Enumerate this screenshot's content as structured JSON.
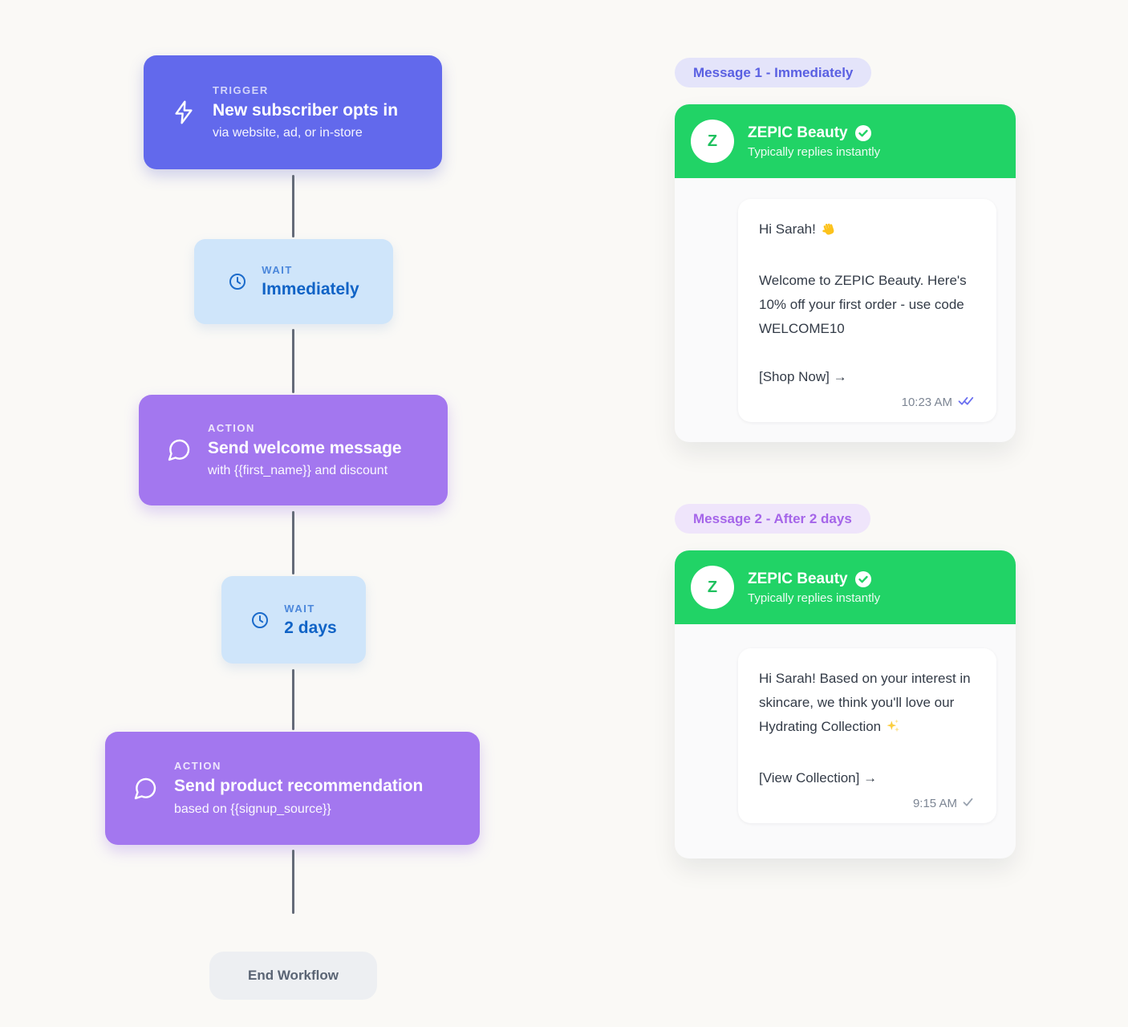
{
  "workflow": {
    "nodes": [
      {
        "kind": "trigger",
        "label": "TRIGGER",
        "title": "New subscriber opts in",
        "subtitle": "via website, ad, or in-store",
        "icon": "lightning-icon"
      },
      {
        "kind": "wait",
        "label": "WAIT",
        "title": "Immediately",
        "icon": "clock-icon"
      },
      {
        "kind": "action",
        "label": "ACTION",
        "title": "Send welcome message",
        "subtitle": "with {{first_name}} and discount",
        "icon": "chat-bubble-icon"
      },
      {
        "kind": "wait",
        "label": "WAIT",
        "title": "2 days",
        "icon": "clock-icon"
      },
      {
        "kind": "action",
        "label": "ACTION",
        "title": "Send product recommendation",
        "subtitle": "based on {{signup_source}}",
        "icon": "chat-bubble-icon"
      },
      {
        "kind": "end",
        "title": "End Workflow"
      }
    ]
  },
  "messages": [
    {
      "badge": "Message 1 - Immediately",
      "sender": "ZEPIC Beauty",
      "verified_icon": "verified-check-icon",
      "status": "Typically replies instantly",
      "avatar_letter": "Z",
      "greeting": "Hi Sarah!",
      "greeting_emoji": "waving-hand-emoji",
      "body": "Welcome to ZEPIC Beauty. Here's 10% off your first order - use code WELCOME10",
      "cta": "[Shop Now]",
      "cta_arrow": "→",
      "time": "10:23 AM",
      "receipt": "double-check-read"
    },
    {
      "badge": "Message 2 - After 2 days",
      "sender": "ZEPIC Beauty",
      "verified_icon": "verified-check-icon",
      "status": "Typically replies instantly",
      "avatar_letter": "Z",
      "body": "Hi Sarah! Based on your interest in skincare, we think you'll love our Hydrating Collection",
      "body_emoji": "sparkles-emoji",
      "cta": "[View Collection]",
      "cta_arrow": "→",
      "time": "9:15 AM",
      "receipt": "single-check-sent"
    }
  ],
  "colors": {
    "page_bg": "#FAF9F6",
    "trigger_bg": "#6269EC",
    "action_bg": "#A377EF",
    "wait_bg": "#CFE5FA",
    "wait_title_text": "#1063C6",
    "wait_label_text": "#4B87DB",
    "connector": "#646B78",
    "end_pill_bg": "#EDEFF2",
    "end_pill_text": "#5A6474",
    "chat_header_green": "#21D366",
    "badge1_bg": "#E4E4FA",
    "badge1_text": "#5A60E2",
    "badge2_bg": "#EFE5FB",
    "badge2_text": "#A565E9",
    "bubble_text": "#333B47",
    "timestamp_text": "#7D8694",
    "receipt_read": "#6A6FF0",
    "receipt_sent": "#98A1AE"
  }
}
